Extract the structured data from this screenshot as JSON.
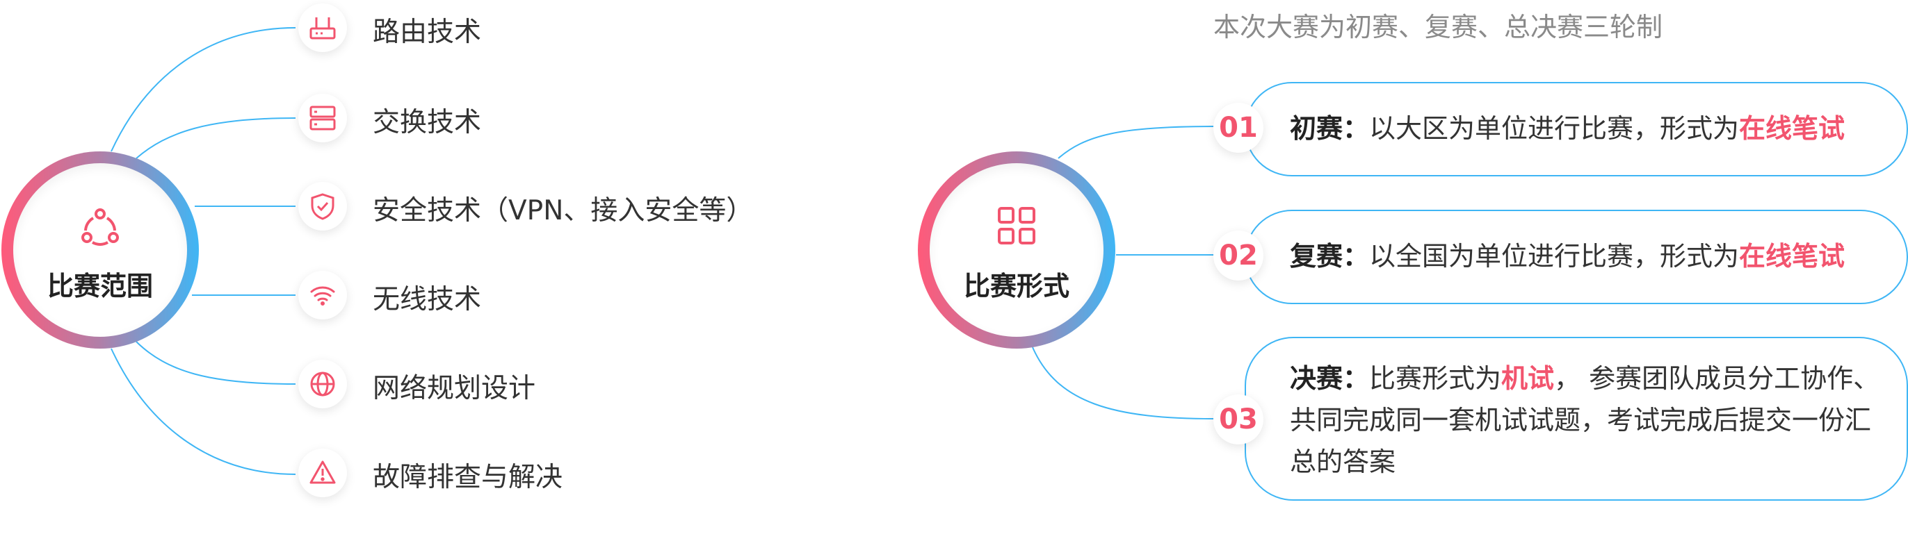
{
  "colors": {
    "accent": "#f2546e",
    "blue": "#3fb6f5",
    "text": "#333333",
    "muted": "#8a8a8a"
  },
  "scope": {
    "title": "比赛范围",
    "icon": "share-nodes-icon",
    "items": [
      {
        "label": "路由技术",
        "icon": "router-icon"
      },
      {
        "label": "交换技术",
        "icon": "switch-server-icon"
      },
      {
        "label": "安全技术（VPN、接入安全等）",
        "icon": "shield-check-icon"
      },
      {
        "label": "无线技术",
        "icon": "wifi-icon"
      },
      {
        "label": "网络规划设计",
        "icon": "globe-icon"
      },
      {
        "label": "故障排查与解决",
        "icon": "warning-icon"
      }
    ]
  },
  "format": {
    "title": "比赛形式",
    "icon": "grid-four-icon",
    "caption": "本次大赛为初赛、复赛、总决赛三轮制",
    "stages": [
      {
        "num": "01",
        "name": "初赛：",
        "text": "以大区为单位进行比赛，形式为",
        "highlight": "在线笔试"
      },
      {
        "num": "02",
        "name": "复赛：",
        "text": "以全国为单位进行比赛，形式为",
        "highlight": "在线笔试"
      },
      {
        "num": "03",
        "name": "决赛：",
        "pre": "比赛形式为",
        "highlight": "机试",
        "post": "， 参赛团队成员分工协作、共同完成同一套机试试题，考试完成后提交一份汇总的答案"
      }
    ]
  }
}
